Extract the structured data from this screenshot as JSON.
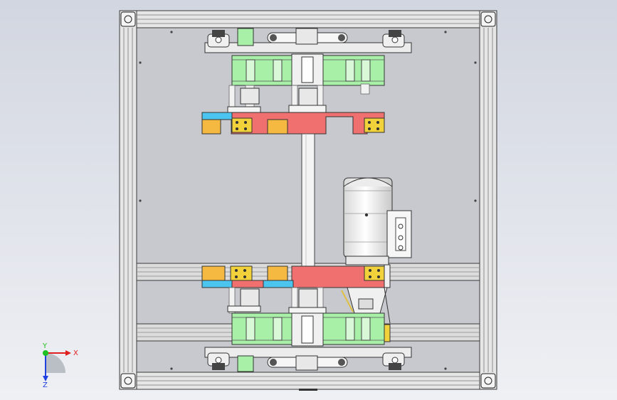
{
  "viewport": {
    "background_top": "#d2d6e0",
    "background_bottom": "#eef0f4"
  },
  "colors": {
    "frame": "#e6e6e6",
    "frame_edge": "#3a3a3a",
    "panel": "#c7c9ce",
    "plate_green": "#a8f0a8",
    "bracket_red": "#f07070",
    "block_yellow": "#f2d23a",
    "block_orange": "#f5b840",
    "block_blue": "#4cc4f0",
    "motor_body": "#f4f4f4",
    "rail": "#dcdcdc"
  },
  "icons": {
    "triad": "coordinate-triad-icon"
  },
  "triad": {
    "x_label": "X",
    "y_label": "Y",
    "z_label": "Z",
    "x_color": "#e02020",
    "y_color": "#20c020",
    "z_color": "#2040e0"
  }
}
